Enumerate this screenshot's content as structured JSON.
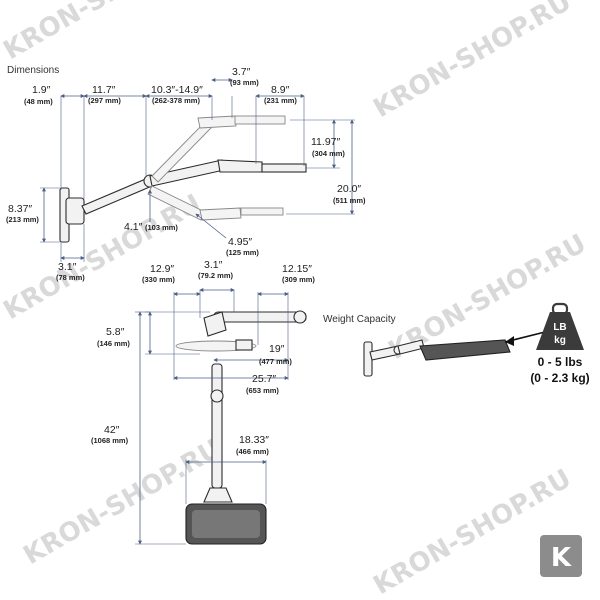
{
  "headings": {
    "dimensions": "Dimensions",
    "weight_capacity": "Weight Capacity"
  },
  "side_view": {
    "d_1_9": {
      "big": "1.9″",
      "small": "(48 mm)"
    },
    "d_11_7": {
      "big": "11.7″",
      "small": "(297 mm)"
    },
    "d_10_3": {
      "big": "10.3″-14.9″",
      "small": "(262-378 mm)"
    },
    "d_3_7": {
      "big": "3.7″",
      "small": "(93 mm)"
    },
    "d_8_9": {
      "big": "8.9″",
      "small": "(231 mm)"
    },
    "d_11_97": {
      "big": "11.97″",
      "small": "(304 mm)"
    },
    "d_20_0": {
      "big": "20.0″",
      "small": "(511 mm)"
    },
    "d_8_37": {
      "big": "8.37″",
      "small": "(213 mm)"
    },
    "d_4_1": {
      "big": "4.1″",
      "small": "(103 mm)"
    },
    "d_4_95": {
      "big": "4.95″",
      "small": "(125 mm)"
    },
    "d_3_1": {
      "big": "3.1″",
      "small": "(78 mm)"
    }
  },
  "top_view": {
    "d_12_9": {
      "big": "12.9″",
      "small": "(330 mm)"
    },
    "d_3_1": {
      "big": "3.1″",
      "small": "(79.2 mm)"
    },
    "d_12_15": {
      "big": "12.15″",
      "small": "(309 mm)"
    },
    "d_5_8": {
      "big": "5.8″",
      "small": "(146 mm)"
    },
    "d_19": {
      "big": "19″",
      "small": "(477 mm)"
    },
    "d_25_7": {
      "big": "25.7″",
      "small": "(653 mm)"
    },
    "d_42": {
      "big": "42″",
      "small": "(1068 mm)"
    },
    "d_18_33": {
      "big": "18.33″",
      "small": "(466 mm)"
    }
  },
  "weight": {
    "unit_lb": "LB",
    "unit_kg": "kg",
    "range_lbs": "0 - 5 lbs",
    "range_kg": "(0 - 2.3 kg)"
  },
  "watermark": {
    "text": "KRON-SHOP.RU",
    "badge_letter": "K"
  },
  "colors": {
    "dimension_line": "#4a5f86",
    "drawing": "#2c2c2c",
    "watermark": "#d9d9d9",
    "badge": "#8c8c8c"
  }
}
